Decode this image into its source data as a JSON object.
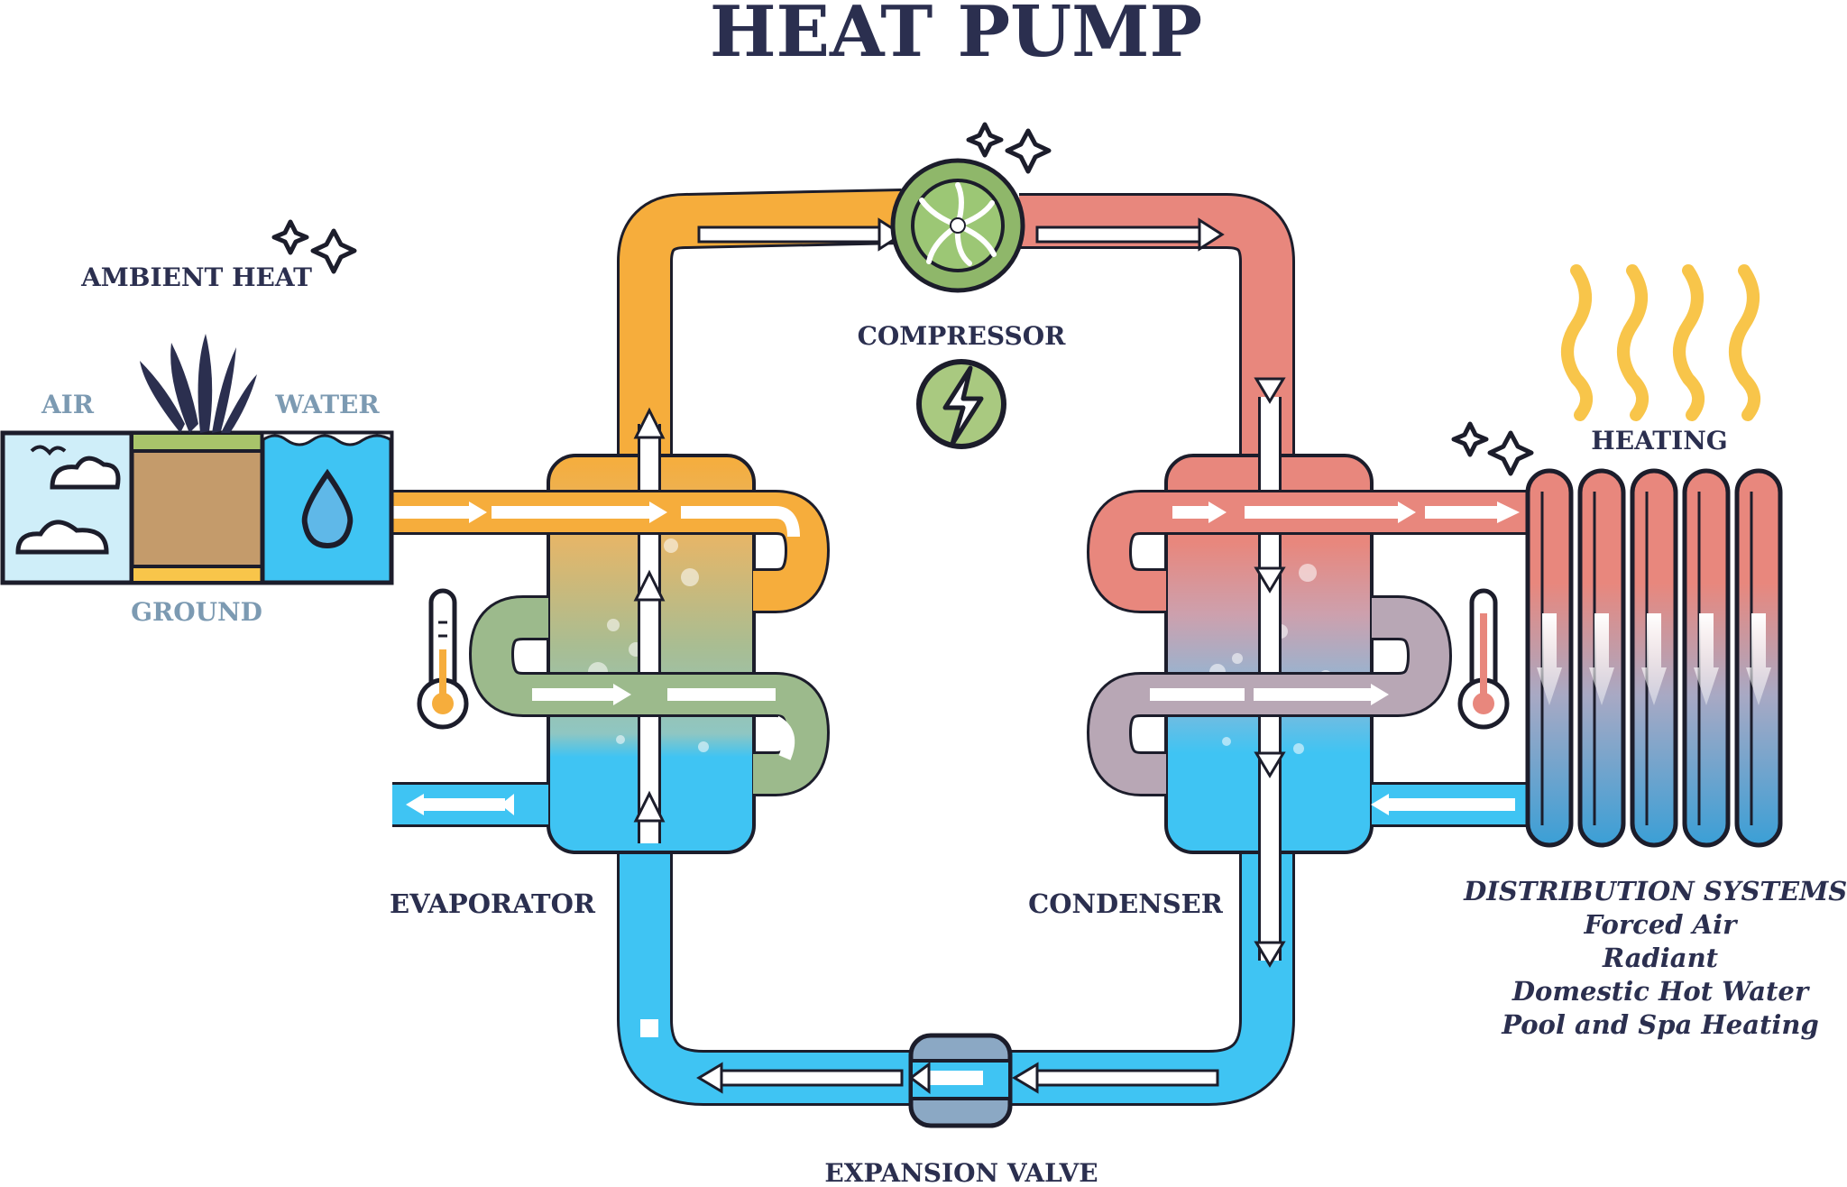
{
  "title": "HEAT PUMP",
  "labels": {
    "ambient_heat": "AMBIENT HEAT",
    "air": "AIR",
    "water": "WATER",
    "ground": "GROUND",
    "compressor": "COMPRESSOR",
    "heating": "HEATING",
    "evaporator": "EVAPORATOR",
    "condenser": "CONDENSER",
    "expansion_valve": "EXPANSION VALVE"
  },
  "distribution": {
    "heading": "DISTRIBUTION SYSTEMS:",
    "items": [
      "Forced Air",
      "Radiant",
      "Domestic Hot Water",
      "Pool and Spa Heating"
    ]
  },
  "colors": {
    "outline": "#1c1d2b",
    "warm_pipe": "#f6ad3c",
    "hot_pipe": "#e8877d",
    "cold_pipe": "#3fc4f3",
    "green_pipe": "#9cba8c",
    "mauve_pipe": "#b8a7b5",
    "compressor": "#8fb76a",
    "text_dark": "#2b2f4f",
    "text_blue": "#7c9ab2",
    "heat_waves": "#f8c54a"
  }
}
